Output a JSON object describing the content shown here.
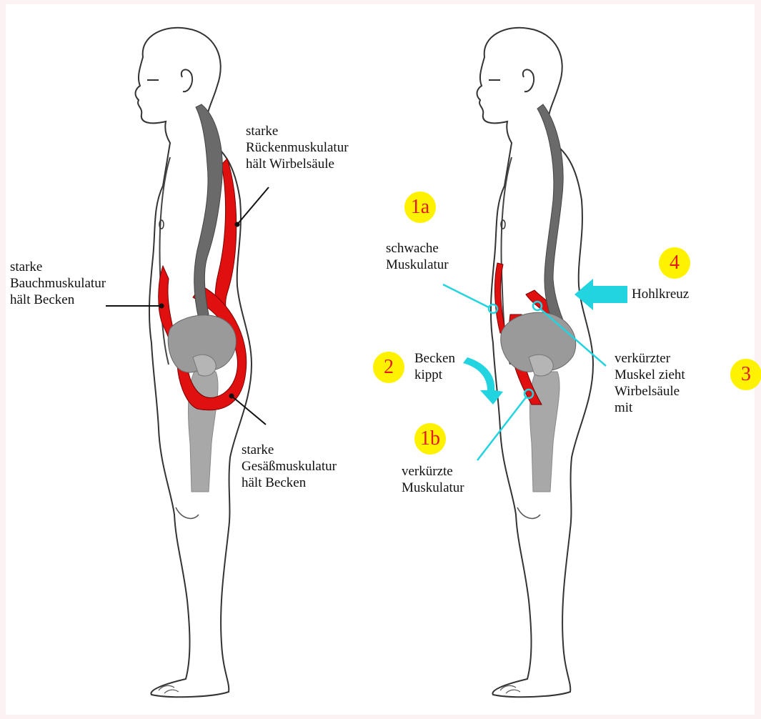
{
  "colors": {
    "muscle": "#e01010",
    "spine": "#6a6a6a",
    "bone": "#9a9a9a",
    "annotation": "#22d3e0",
    "badge_fill": "#fff200",
    "badge_text": "#e31b1b"
  },
  "left_figure": {
    "labels": {
      "back_muscles": "starke\nRückenmuskulatur\nhält Wirbelsäule",
      "abdominal_muscles": "starke\nBauchmuskulatur\nhält Becken",
      "gluteal_muscles": "starke\nGesäßmuskulatur\nhält Becken"
    }
  },
  "right_figure": {
    "badges": {
      "b1a": "1a",
      "b1b": "1b",
      "b2": "2",
      "b3": "3",
      "b4": "4"
    },
    "labels": {
      "weak_muscles": "schwache\nMuskulatur",
      "pelvis_tilts": "Becken\nkippt",
      "shortened_muscles": "verkürzte\nMuskulatur",
      "shortened_muscle_pulls": "verkürzter\nMuskel zieht\nWirbelsäule\nmit",
      "hollow_back": "Hohlkreuz"
    }
  }
}
